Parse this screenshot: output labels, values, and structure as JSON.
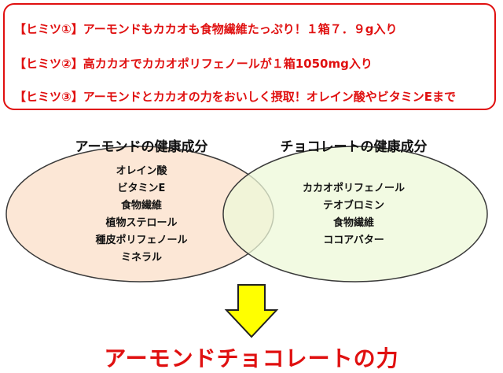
{
  "secrets": {
    "items": [
      {
        "tag": "【ヒミツ①】",
        "text": "アーモンドもカカオも食物繊維たっぷり！１箱７．９g入り"
      },
      {
        "tag": "【ヒミツ②】",
        "text": "高カカオでカカオポリフェノールが１箱1050mg入り"
      },
      {
        "tag": "【ヒミツ③】",
        "text": "アーモンドとカカオの力をおいしく摂取！オレイン酸やビタミンEまで"
      }
    ]
  },
  "venn": {
    "left": {
      "title": "アーモンドの健康成分",
      "items": [
        "オレイン酸",
        "ビタミンE",
        "食物繊維",
        "植物ステロール",
        "種皮ポリフェノール",
        "ミネラル"
      ],
      "fill_color": "#fbe3cf"
    },
    "right": {
      "title": "チョコレートの健康成分",
      "items": [
        "カカオポリフェノール",
        "テオブロミン",
        "食物繊維",
        "ココアバター"
      ],
      "fill_color": "#eef8d8"
    },
    "outline_color": "#3a3a3a"
  },
  "arrow": {
    "direction": "down",
    "fill_color": "#ffff00",
    "outline_color": "#222222"
  },
  "result": {
    "title": "アーモンドチョコレートの力",
    "color": "#e01010"
  },
  "colors": {
    "accent": "#e01010"
  }
}
